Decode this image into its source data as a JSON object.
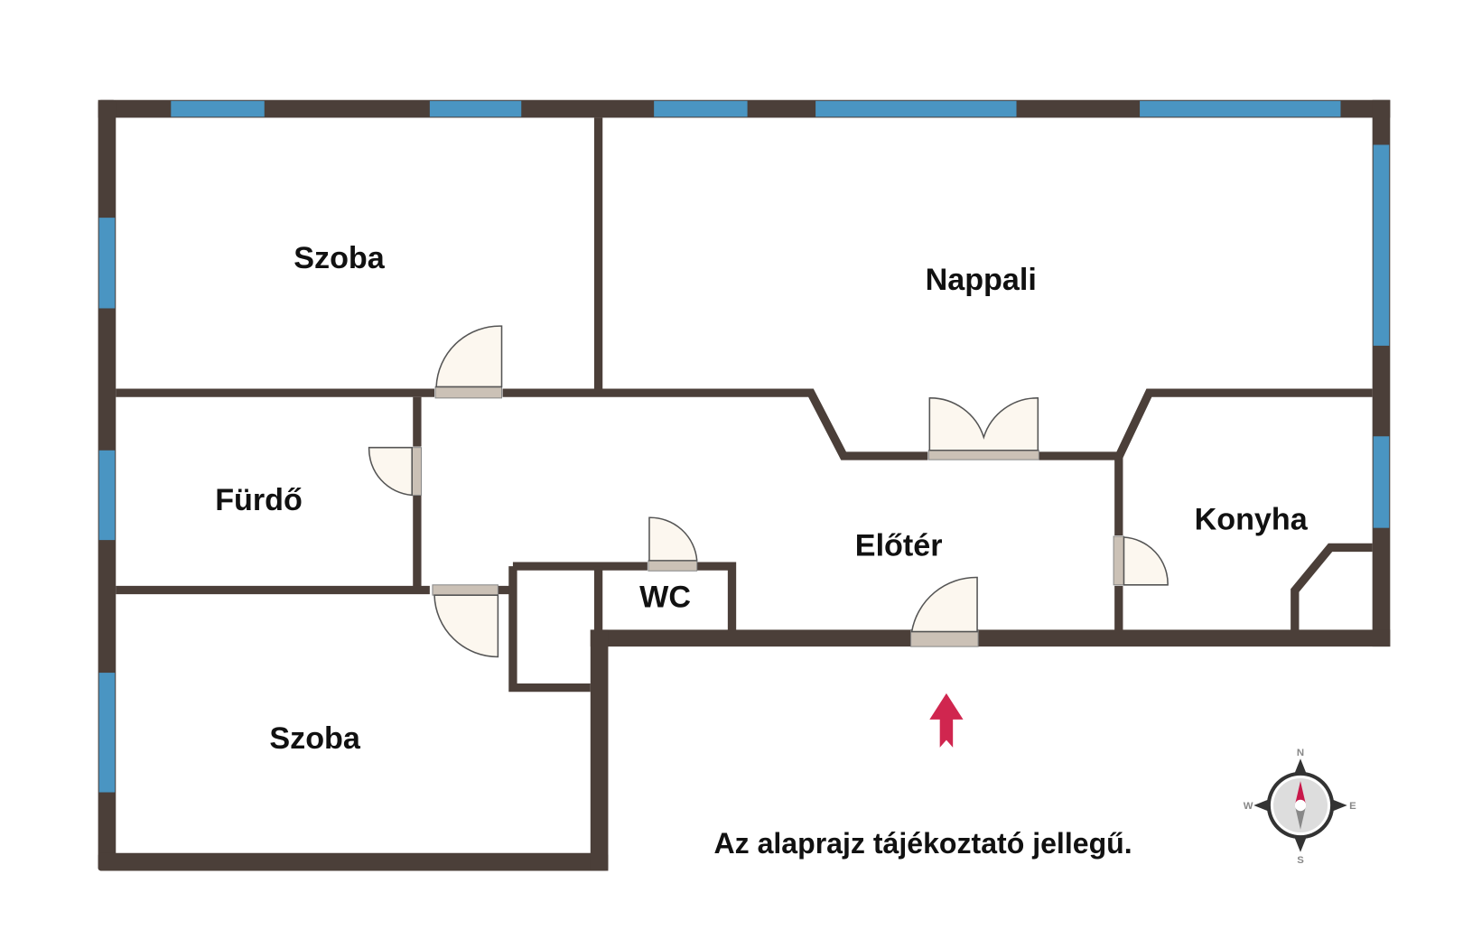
{
  "rooms": {
    "szoba_top": "Szoba",
    "nappali": "Nappali",
    "furdo": "Fürdő",
    "eloter": "Előtér",
    "konyha": "Konyha",
    "wc": "WC",
    "szoba_bottom": "Szoba"
  },
  "note": "Az alaprajz tájékoztató jellegű.",
  "compass": {
    "n": "N",
    "s": "S",
    "e": "E",
    "w": "W"
  },
  "colors": {
    "wall": "#4b3f39",
    "window": "#4a95c2",
    "arrow": "#d0264f"
  }
}
